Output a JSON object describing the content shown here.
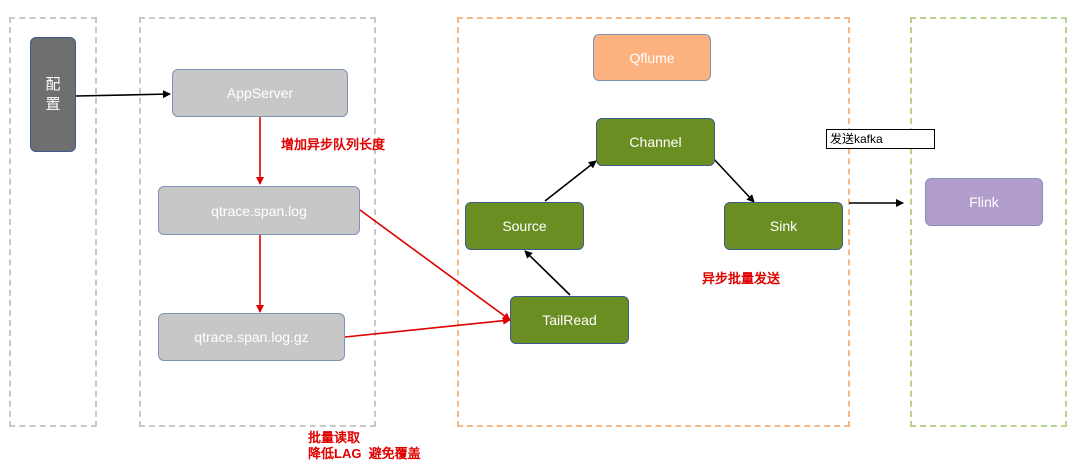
{
  "colors": {
    "zone_gray": "#c8c8c8",
    "zone_orange": "#f5b887",
    "zone_green": "#b9d38e",
    "node_gray": "#c7c7c7",
    "node_dark": "#6f6f6f",
    "node_green": "#6b8e23",
    "node_orange": "#fbb27f",
    "node_purple": "#b29ecd",
    "arrow_black": "#000000",
    "arrow_red": "#e00000"
  },
  "nodes": {
    "config": "配置",
    "appserver": "AppServer",
    "span_log": "qtrace.span.log",
    "span_log_gz": "qtrace.span.log.gz",
    "qflume": "Qflume",
    "channel": "Channel",
    "source": "Source",
    "sink": "Sink",
    "tailread": "TailRead",
    "flink": "Flink"
  },
  "labels": {
    "queue_note": "增加异步队列长度",
    "async_send": "异步批量发送",
    "send_kafka": "发送kafka",
    "batch_read_line1": "批量读取",
    "batch_read_line2": "降低LAG  避免覆盖"
  }
}
